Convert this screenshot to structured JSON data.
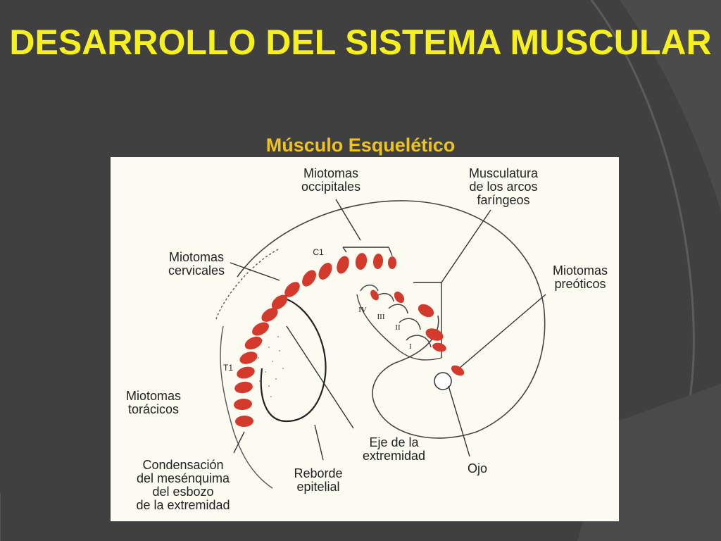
{
  "slide": {
    "title": "DESARROLLO DEL SISTEMA MUSCULAR",
    "subtitle": "Músculo Esquelético"
  },
  "figure": {
    "labels": {
      "occipitales": "Miotomas\noccipitales",
      "faringeos": "Musculatura\nde los arcos\nfaríngeos",
      "cervicales": "Miotomas\ncervicales",
      "preoticos": "Miotomas\npreóticos",
      "toracicos": "Miotomas\ntorácicos",
      "eje": "Eje de la\nextremidad",
      "ojo": "Ojo",
      "condensacion": "Condensación\ndel mesénquima\ndel esbozo\nde la extremidad",
      "reborde": "Reborde\nepitelial"
    },
    "marks": {
      "c1": "C1",
      "t1": "T1",
      "arch_iv": "IV",
      "arch_iii": "III",
      "arch_ii": "II",
      "arch_i": "I"
    },
    "colors": {
      "myotome": "#d33a2c",
      "line": "#333333",
      "title": "#f5f01e",
      "subtitle": "#f0c21c"
    }
  }
}
